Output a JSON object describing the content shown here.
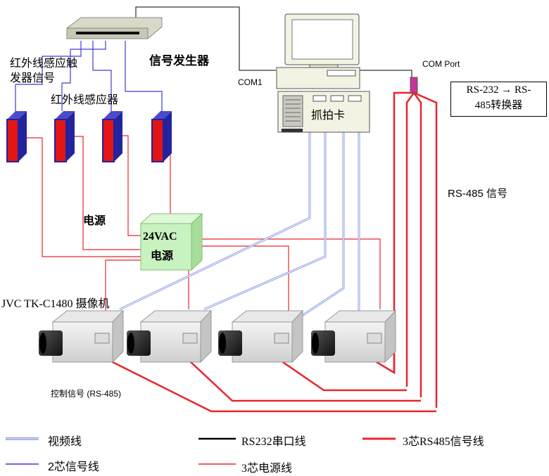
{
  "labels": {
    "signal_generator": "信号发生器",
    "ir_trigger_signal_line1": "红外线感应触",
    "ir_trigger_signal_line2": "发器信号",
    "ir_sensor": "红外线感应器",
    "com1": "COM1",
    "com_port": "COM Port",
    "capture_card": "抓拍卡",
    "converter_line1": "RS-232 → RS-",
    "converter_line2": "485转换器",
    "rs485_signal": "RS-485  信号",
    "power_label": "电源",
    "power_box_line1": "24VAC",
    "power_box_line2": "电源",
    "camera_model": "JVC TK-C1480 摄像机",
    "control_signal": "控制信号 (RS-485)"
  },
  "legend": {
    "video_line": "视频线",
    "two_core_signal": "2芯信号线",
    "rs232_serial": "RS232串口线",
    "three_core_power": "3芯电源线",
    "three_core_rs485": "3芯RS485信号线"
  },
  "colors": {
    "power_line": "#e8262a",
    "signal_line": "#3d3dd6",
    "video_line": "#8f9fe6",
    "serial_line": "#000000",
    "sensor_front": "#e31515",
    "sensor_side": "#23239e",
    "power_box": "#c8f2c0"
  }
}
